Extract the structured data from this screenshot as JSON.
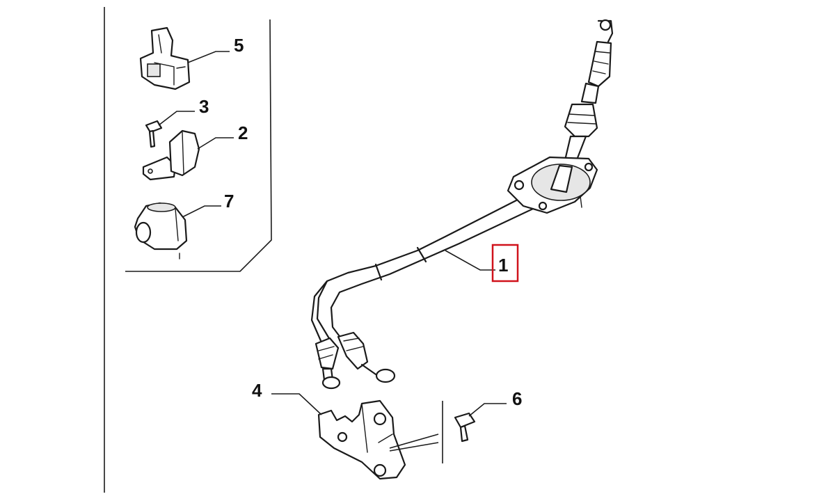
{
  "callouts": {
    "c1": "1",
    "c2": "2",
    "c3": "3",
    "c4": "4",
    "c5": "5",
    "c6": "6",
    "c7": "7"
  },
  "highlight_color": "#d0121b",
  "line_color": "#1a1a1a"
}
